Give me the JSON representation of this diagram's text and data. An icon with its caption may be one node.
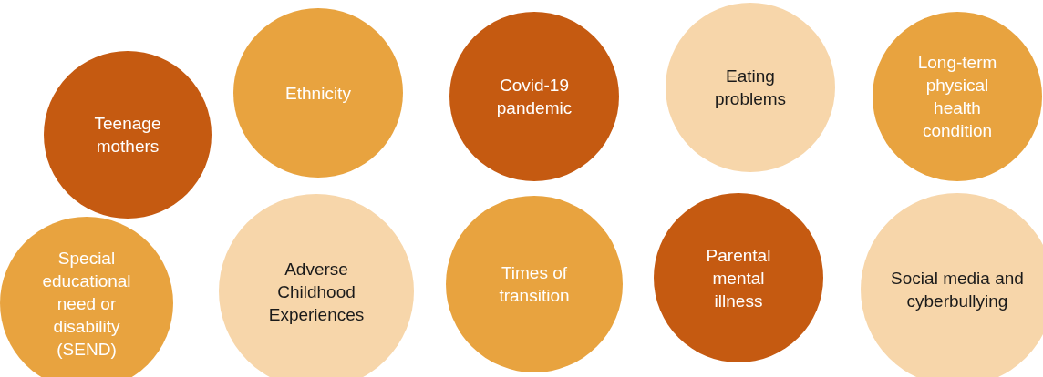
{
  "diagram": {
    "nodes": [
      {
        "text": [
          "Teenage mothers"
        ]
      },
      {
        "text": [
          "Ethnicity"
        ]
      },
      {
        "text": [
          "Covid-19 pandemic"
        ]
      },
      {
        "text": [
          "Eating problems"
        ]
      },
      {
        "text": [
          "Long-term physical health condition"
        ]
      },
      {
        "text": [
          "Special educational need or disability (SEND)"
        ]
      },
      {
        "text": [
          "Adverse Childhood Experiences"
        ]
      },
      {
        "text": [
          "Times of transition"
        ]
      },
      {
        "text": [
          "Parental mental illness"
        ]
      },
      {
        "text": [
          "Social media and cyberbullying"
        ]
      }
    ]
  }
}
